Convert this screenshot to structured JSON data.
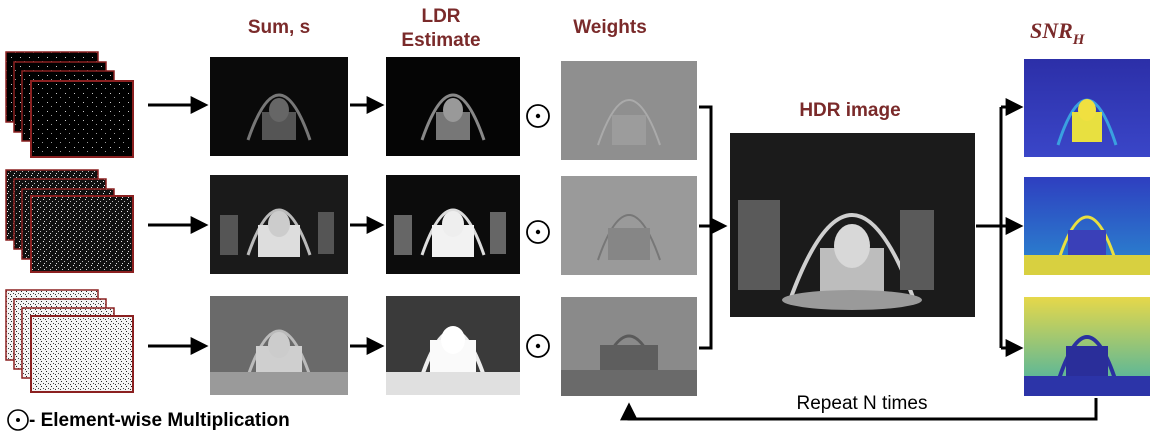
{
  "headers": {
    "sum": "Sum, s",
    "ldr_line1": "LDR",
    "ldr_line2": "Estimate",
    "weights": "Weights",
    "hdr": "HDR image",
    "snr_main": "SNR",
    "snr_sub": "H"
  },
  "legend_text": "- Element-wise Multiplication",
  "repeat_text": "Repeat N times",
  "operator_symbol": "⊙",
  "colors": {
    "header": "#7a2a2a",
    "frame_border": "#8b2020",
    "arrow": "#000000"
  },
  "rows": [
    {
      "exposure": "low"
    },
    {
      "exposure": "mid"
    },
    {
      "exposure": "high"
    }
  ]
}
